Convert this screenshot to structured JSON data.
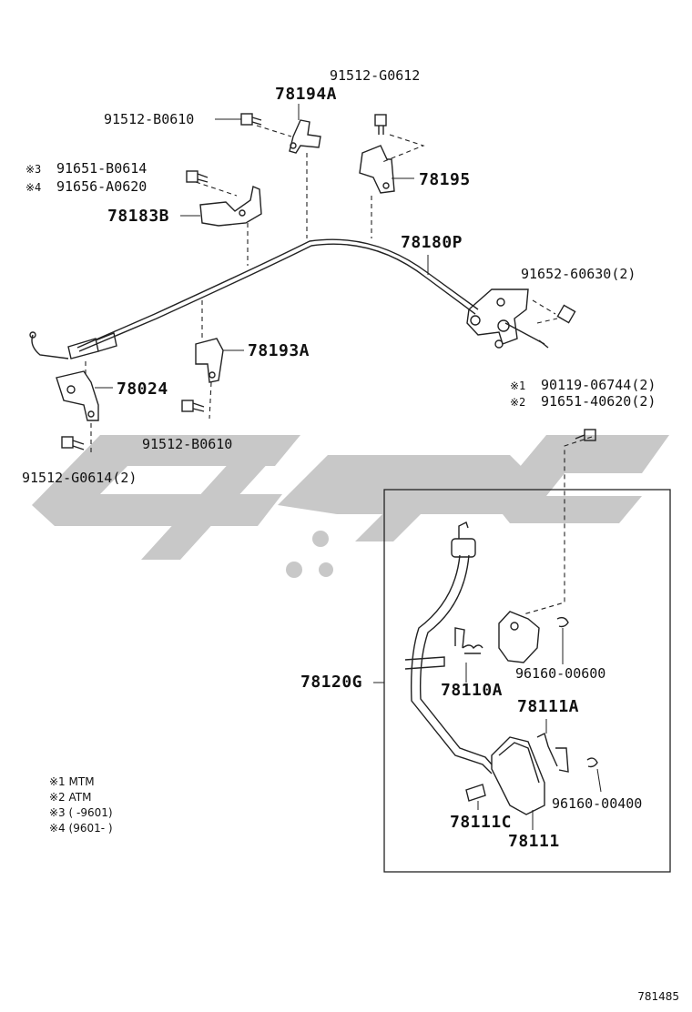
{
  "diagram": {
    "figure_number": "781485",
    "colors": {
      "line": "#222222",
      "watermark": "#c8c8c8",
      "frame": "#222222"
    },
    "parts": {
      "p91512_g0612": "91512-G0612",
      "p78194a": "78194A",
      "p91512_b0610_top": "91512-B0610",
      "p91651_b0614": "91651-B0614",
      "p91656_a0620": "91656-A0620",
      "p78195": "78195",
      "p78183b": "78183B",
      "p78180p": "78180P",
      "p91652_60630": "91652-60630(2)",
      "p78193a": "78193A",
      "p78024": "78024",
      "p90119_06744": "90119-06744(2)",
      "p91651_40620": "91651-40620(2)",
      "p91512_b0610_mid": "91512-B0610",
      "p91512_g0614": "91512-G0614(2)",
      "p78120g": "78120G",
      "p96160_00600": "96160-00600",
      "p78110a": "78110A",
      "p78111a": "78111A",
      "p96160_00400": "96160-00400",
      "p78111c": "78111C",
      "p78111": "78111"
    },
    "marks": {
      "m1": "※1",
      "m2": "※2",
      "m3": "※3",
      "m4": "※4"
    },
    "legend": [
      {
        "mark": "※1",
        "text": "MTM"
      },
      {
        "mark": "※2",
        "text": "ATM"
      },
      {
        "mark": "※3",
        "text": "(      -9601)"
      },
      {
        "mark": "※4",
        "text": "(9601-      )"
      }
    ]
  }
}
